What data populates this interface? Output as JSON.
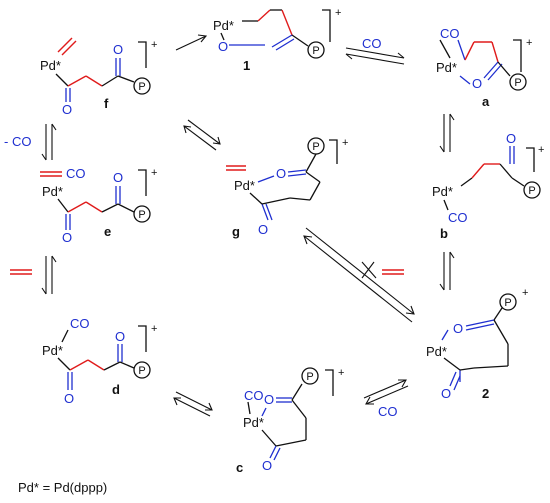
{
  "compounds": {
    "one": {
      "label": "1",
      "pd": "Pd*",
      "o": "O",
      "p": "P",
      "charge": "+"
    },
    "a": {
      "label": "a",
      "pd": "Pd*",
      "co": "CO",
      "o": "O",
      "p": "P",
      "charge": "+"
    },
    "b": {
      "label": "b",
      "pd": "Pd*",
      "co": "CO",
      "o": "O",
      "p": "P",
      "charge": "+"
    },
    "two": {
      "label": "2",
      "pd": "Pd*",
      "o1": "O",
      "o2": "O",
      "p": "P",
      "charge": "+"
    },
    "c": {
      "label": "c",
      "pd": "Pd*",
      "co": "CO",
      "o1": "O",
      "o2": "O",
      "p": "P",
      "charge": "+"
    },
    "d": {
      "label": "d",
      "pd": "Pd*",
      "co": "CO",
      "o1": "O",
      "o2": "O",
      "p": "P",
      "charge": "+"
    },
    "e": {
      "label": "e",
      "pd": "Pd*",
      "co": "CO",
      "o1": "O",
      "o2": "O",
      "p": "P",
      "charge": "+"
    },
    "f": {
      "label": "f",
      "pd": "Pd*",
      "o1": "O",
      "o2": "O",
      "p": "P",
      "charge": "+"
    },
    "g": {
      "label": "g",
      "pd": "Pd*",
      "o1": "O",
      "o2": "O",
      "p": "P",
      "charge": "+"
    }
  },
  "reagents": {
    "co_top": "CO",
    "co_bottom": "CO",
    "minus_co": "- CO"
  },
  "footnote": "Pd* = Pd(dppp)",
  "colors": {
    "ink": "#111111",
    "blue": "#1f2fd0",
    "red": "#e01b1b"
  }
}
